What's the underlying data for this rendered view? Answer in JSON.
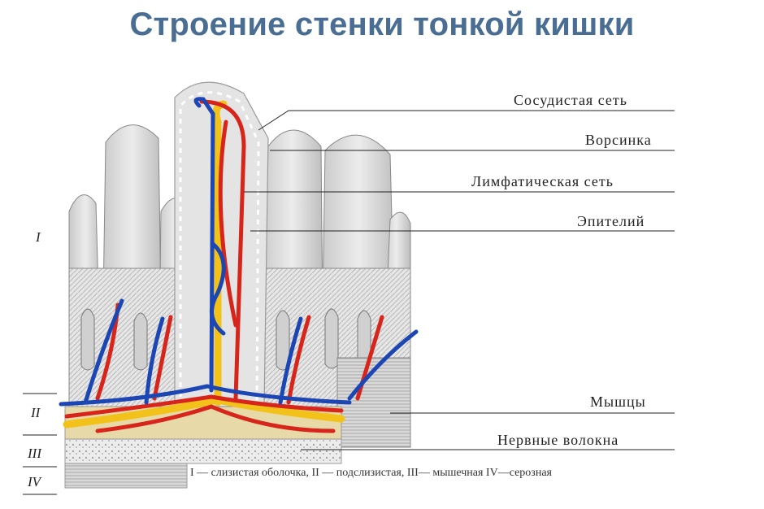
{
  "title": "Строение стенки тонкой кишки",
  "colors": {
    "title": "#4a6e93",
    "artery": "#d8251b",
    "vein": "#1c46b4",
    "lymph": "#f2c21a",
    "tissue": "#cfcfcf"
  },
  "labels": {
    "vascular": "Сосудистая сеть",
    "villus": "Ворсинка",
    "lymphatic": "Лимфатическая сеть",
    "epithelium": "Эпителий",
    "muscles": "Мышцы",
    "nerves": "Нервные волокна"
  },
  "layers": {
    "i": "I",
    "ii": "II",
    "iii": "III",
    "iv": "IV"
  },
  "legend": "I — слизистая оболочка, II — подслизистая, III— мышечная IV—серозная"
}
